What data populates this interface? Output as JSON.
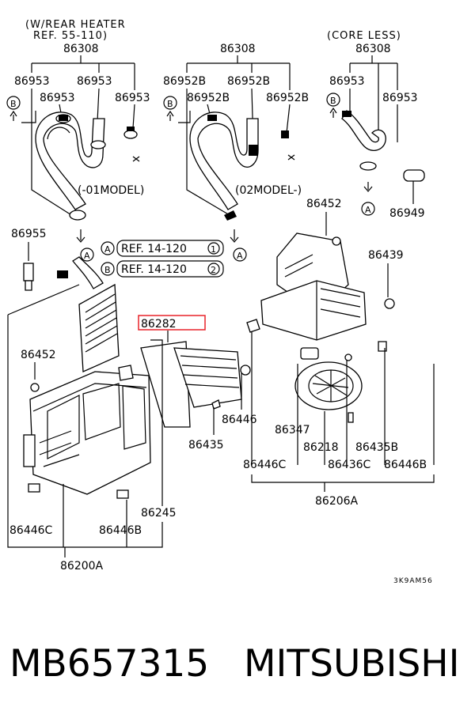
{
  "headers": {
    "rear_heater": [
      "(W/REAR HEATER",
      "REF. 55-110)"
    ],
    "core_less": "(CORE LESS)"
  },
  "model_notes": {
    "m01": "(-01MODEL)",
    "m02": "(02MODEL-)"
  },
  "circle_marks": {
    "a": "A",
    "b": "B"
  },
  "refs": [
    {
      "text": "REF. 14-120",
      "num": "1"
    },
    {
      "text": "REF. 14-120",
      "num": "2"
    }
  ],
  "labels": {
    "l86308_left": "86308",
    "l86308_mid": "86308",
    "l86308_right": "86308",
    "l86953_a": "86953",
    "l86953_b": "86953",
    "l86953_c": "86953",
    "l86953_d": "86953",
    "l86953_e": "86953",
    "l86953_f": "86953",
    "l86952b_a": "86952B",
    "l86952b_b": "86952B",
    "l86952b_c": "86952B",
    "l86952b_d": "86952B",
    "l86955": "86955",
    "l86452_left": "86452",
    "l86452_right": "86452",
    "l86282": "86282",
    "l86949": "86949",
    "l86439": "86439",
    "l86446": "86446",
    "l86435": "86435",
    "l86347": "86347",
    "l86218": "86218",
    "l86435b": "86435B",
    "l86446c_right": "86446C",
    "l86436c": "86436C",
    "l86446b_right": "86446B",
    "l86206a": "86206A",
    "l86245": "86245",
    "l86446c_left": "86446C",
    "l86446b_left": "86446B",
    "l86200a": "86200A"
  },
  "highlight_color": "#e8232a",
  "diagram_code": "3K9AM56",
  "footer": {
    "part_number": "MB657315",
    "brand": "MITSUBISHI"
  }
}
